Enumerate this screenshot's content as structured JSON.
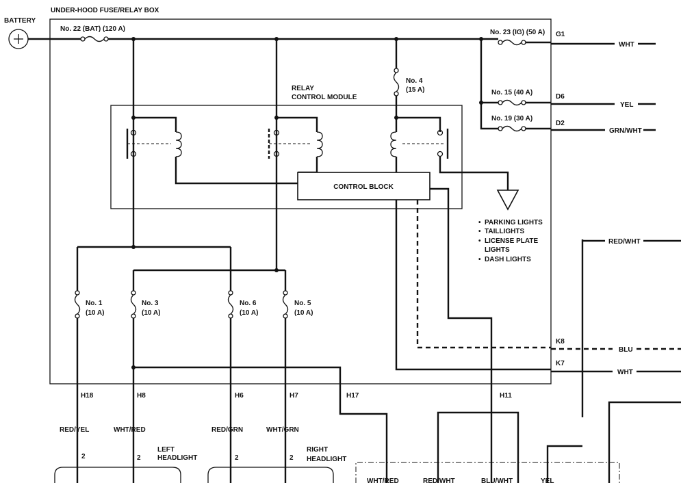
{
  "box_title": "UNDER-HOOD FUSE/RELAY BOX",
  "battery": {
    "label": "BATTERY",
    "symbol": "+"
  },
  "fuses": {
    "main": "No. 22 (BAT) (120 A)",
    "f23": "No. 23 (IG) (50 A)",
    "f4_name": "No. 4",
    "f4_amp": "(15 A)",
    "f15": "No. 15 (40 A)",
    "f19": "No. 19 (30 A)",
    "f1_name": "No. 1",
    "f1_amp": "(10 A)",
    "f3_name": "No. 3",
    "f3_amp": "(10 A)",
    "f6_name": "No. 6",
    "f6_amp": "(10 A)",
    "f5_name": "No. 5",
    "f5_amp": "(10 A)"
  },
  "module": {
    "line1": "RELAY",
    "line2": "CONTROL MODULE",
    "control_block": "CONTROL BLOCK"
  },
  "outputs": [
    {
      "pin": "G1",
      "wire": "WHT"
    },
    {
      "pin": "D6",
      "wire": "YEL"
    },
    {
      "pin": "D2",
      "wire": "GRN/WHT"
    },
    {
      "pin": "K8",
      "wire": "BLU"
    },
    {
      "pin": "K7",
      "wire": "WHT"
    }
  ],
  "red_wht": "RED/WHT",
  "lights_list": [
    "PARKING LIGHTS",
    "TAILLIGHTS",
    "LICENSE PLATE",
    "LIGHTS",
    "DASH LIGHTS"
  ],
  "terminals": {
    "h18": "H18",
    "h8": "H8",
    "h6": "H6",
    "h7": "H7",
    "h17": "H17",
    "h11": "H11"
  },
  "wires_bottom": {
    "red_yel": "RED/YEL",
    "wht_red": "WHT/RED",
    "red_grn": "RED/GRN",
    "wht_grn": "WHT/GRN"
  },
  "headlights": {
    "left_1": "LEFT",
    "left_2": "HEADLIGHT",
    "right_1": "RIGHT",
    "right_2": "HEADLIGHT",
    "pin": "2"
  },
  "partial_bottom": [
    "WHT/RED",
    "RED/WHT",
    "BLU/WHT",
    "YEL"
  ]
}
